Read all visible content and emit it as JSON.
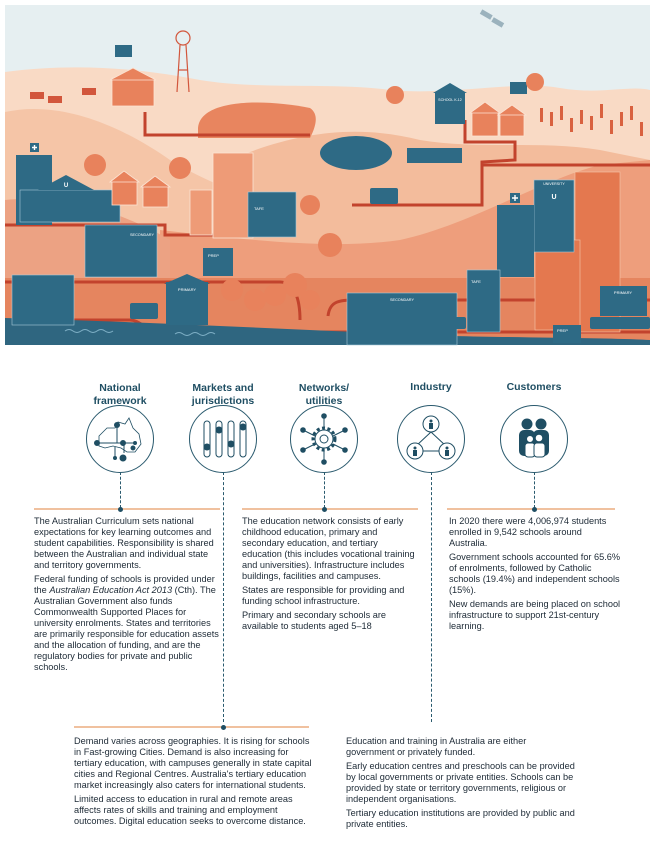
{
  "illustration": {
    "labels": {
      "school_k12": "SCHOOL K-12",
      "university": "UNIVERSITY",
      "secondary_left": "SECONDARY",
      "secondary_mid": "SECONDARY",
      "primary_left": "PRIMARY",
      "primary_right": "PRIMARY",
      "prep_left": "PREP",
      "prep_right": "PREP",
      "tafe_left": "TAFE",
      "tafe_right": "TAFE"
    },
    "colors": {
      "sky": "#e6eff1",
      "teal": "#2e6a85",
      "road": "#c2432d",
      "water": "#2f6680"
    }
  },
  "categories": [
    {
      "title_line1": "National",
      "title_line2": "framework",
      "icon": "australia-network-icon"
    },
    {
      "title_line1": "Markets and",
      "title_line2": "jurisdictions",
      "icon": "sliders-icon"
    },
    {
      "title_line1": "Networks/",
      "title_line2": "utilities",
      "icon": "gear-network-icon"
    },
    {
      "title_line1": "Industry",
      "title_line2": "",
      "icon": "people-groups-icon"
    },
    {
      "title_line1": "Customers",
      "title_line2": "",
      "icon": "family-icon"
    }
  ],
  "national_framework": {
    "p1": "The Australian Curriculum sets national expectations for key learning outcomes and student capabilities. Responsibility is shared between the Australian and individual state and territory governments.",
    "p2_before": "Federal funding of schools is provided under the ",
    "p2_italic": "Australian Education Act 2013",
    "p2_after": " (Cth). The Australian Government also funds Commonwealth Supported Places for university enrolments. States and territories are primarily responsible for education assets and the allocation of funding, and are the regulatory bodies for private and public schools."
  },
  "networks": {
    "p1": "The education network consists of early childhood education, primary and secondary education, and tertiary education (this includes vocational training and universities). Infrastructure includes buildings, facilities and campuses.",
    "p2": "States are responsible for providing and funding school infrastructure.",
    "p3": "Primary and secondary schools are available to students aged 5–18"
  },
  "customers": {
    "p1": "In 2020 there were 4,006,974 students enrolled in 9,542 schools around Australia.",
    "p2": "Government schools accounted for 65.6% of enrolments, followed by Catholic schools (19.4%) and independent schools (15%).",
    "p3": "New demands are being placed on school infrastructure to support 21st-century learning."
  },
  "markets": {
    "p1": "Demand varies across geographies. It is rising for schools in Fast-growing Cities. Demand is also increasing for tertiary education, with campuses generally in state capital cities and Regional Centres. Australia's tertiary education market increasingly also caters for international students.",
    "p2": "Limited access to education in rural and remote areas affects rates of skills and training and employment outcomes. Digital education seeks to overcome distance."
  },
  "industry": {
    "p1": "Education and training in Australia are either government or privately funded.",
    "p2": "Early education centres and preschools can be provided by local governments or private entities. Schools can be provided by state or territory governments, religious or independent organisations.",
    "p3": "Tertiary education institutions are provided by public and private entities."
  }
}
